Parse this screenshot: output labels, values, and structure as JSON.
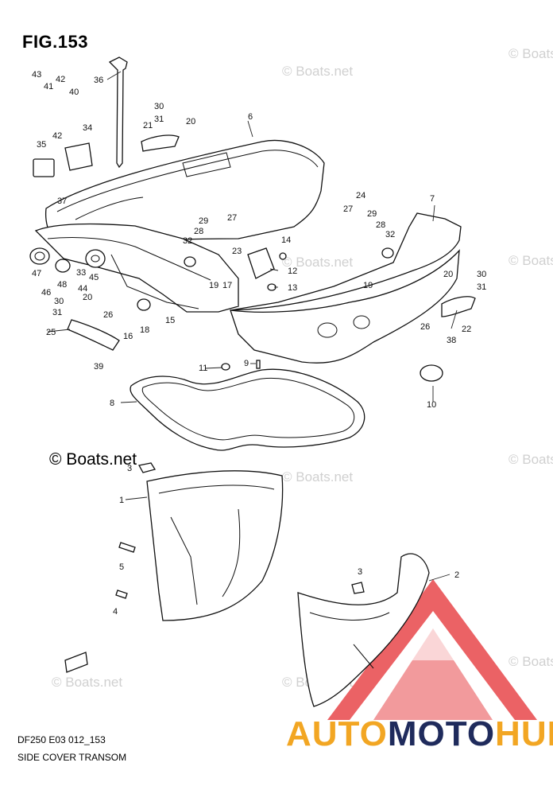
{
  "figure": {
    "title": "FIG.153",
    "code": "DF250 E03 012_153",
    "caption": "SIDE COVER TRANSOM"
  },
  "watermark": {
    "text": "© Boats.net",
    "light_text": "© Boats.net"
  },
  "brand": {
    "part_a": "AUTO",
    "part_b": "MOTO",
    "part_c": "HUB",
    "colors": {
      "accent": "#f2a623",
      "dark": "#1f2b5c",
      "triangle": "#e8474a"
    }
  },
  "callouts": [
    "1",
    "2",
    "3",
    "3",
    "4",
    "5",
    "6",
    "7",
    "8",
    "9",
    "10",
    "11",
    "12",
    "13",
    "14",
    "15",
    "16",
    "17",
    "18",
    "19",
    "19",
    "20",
    "20",
    "20",
    "21",
    "22",
    "23",
    "24",
    "25",
    "26",
    "26",
    "27",
    "27",
    "28",
    "28",
    "29",
    "29",
    "30",
    "30",
    "30",
    "31",
    "31",
    "31",
    "32",
    "32",
    "33",
    "34",
    "35",
    "36",
    "37",
    "38",
    "39",
    "40",
    "41",
    "42",
    "42",
    "43",
    "44",
    "45",
    "46",
    "47",
    "48"
  ]
}
